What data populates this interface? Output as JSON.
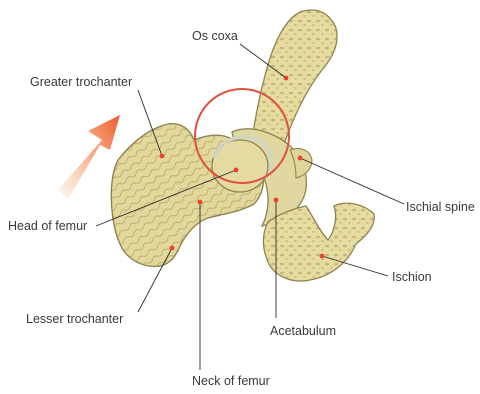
{
  "labels": {
    "os_coxa": "Os coxa",
    "greater_trochanter": "Greater trochanter",
    "ischial_spine": "Ischial spine",
    "head_of_femur": "Head of femur",
    "ischion": "Ischion",
    "lesser_trochanter": "Lesser trochanter",
    "acetabulum": "Acetabulum",
    "neck_of_femur": "Neck of femur"
  },
  "colors": {
    "bone_fill": "#e6dca0",
    "bone_outline": "#8f8450",
    "trabecular": "#b3a36a",
    "cartilage": "#d6dccd",
    "ring": "#e0503e",
    "marker": "#e8432f",
    "leader": "#2b2b2b",
    "arrow_from": "#f6c79c",
    "arrow_to": "#ef5a2a"
  }
}
